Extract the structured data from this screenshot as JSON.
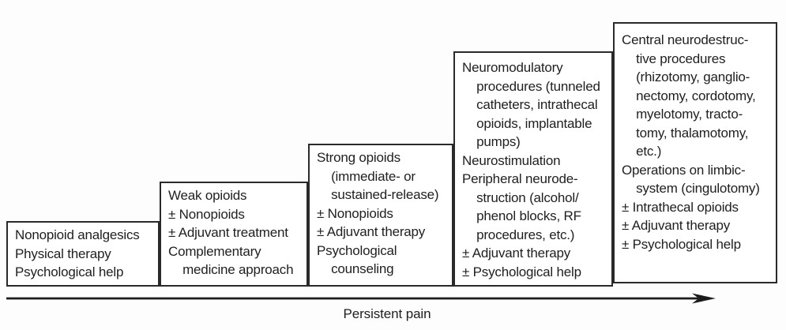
{
  "figure": {
    "description": "Stepwise pain-treatment ladder diagram",
    "colors": {
      "background": "#fdfdfd",
      "box_fill": "#ffffff",
      "border": "#2a2a2a",
      "text": "#1f1f1f",
      "arrow": "#1c1c1c"
    },
    "steps": [
      {
        "lines": [
          "Nonopioid analgesics",
          "Physical therapy",
          "Psychological help"
        ]
      },
      {
        "lines": [
          "Weak opioids",
          "± Nonopioids",
          "± Adjuvant treatment",
          "Complementary",
          "    medicine approach"
        ]
      },
      {
        "lines": [
          "Strong opioids",
          "    (immediate- or",
          "    sustained-release)",
          "± Nonopioids",
          "± Adjuvant therapy",
          "Psychological",
          "    counseling"
        ]
      },
      {
        "lines": [
          "Neuromodulatory",
          "    procedures (tunneled",
          "    catheters, intrathecal",
          "    opioids, implantable",
          "    pumps)",
          "Neurostimulation",
          "Peripheral neurode-",
          "    struction (alcohol/",
          "    phenol blocks, RF",
          "    procedures, etc.)",
          "± Adjuvant therapy",
          "± Psychological help"
        ]
      },
      {
        "lines": [
          "Central neurodestruc-",
          "    tive procedures",
          "    (rhizotomy, ganglio-",
          "    nectomy, cordotomy,",
          "    myelotomy, tracto-",
          "    tomy, thalamotomy,",
          "    etc.)",
          "Operations on limbic-",
          "    system (cingulotomy)",
          "± Intrathecal opioids",
          "± Adjuvant therapy",
          "± Psychological help"
        ]
      }
    ],
    "arrow": {
      "label": "Persistent pain"
    }
  }
}
